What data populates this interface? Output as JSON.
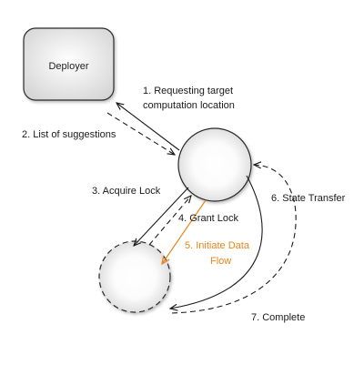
{
  "nodes": {
    "deployer": {
      "label": "Deployer"
    }
  },
  "edges": {
    "e1": {
      "line1": "1. Requesting target",
      "line2": "computation location"
    },
    "e2": {
      "label": "2. List of suggestions"
    },
    "e3": {
      "label": "3. Acquire Lock"
    },
    "e4": {
      "label": "4. Grant Lock"
    },
    "e5": {
      "line1": "5. Initiate Data",
      "line2": "Flow"
    },
    "e6": {
      "label": "6. State Transfer"
    },
    "e7": {
      "label": "7. Complete"
    }
  },
  "colors": {
    "stroke": "#1a1a1a",
    "highlight": "#e8851a",
    "node_fill_center": "#ffffff",
    "node_fill_edge": "#dcdcdc"
  }
}
